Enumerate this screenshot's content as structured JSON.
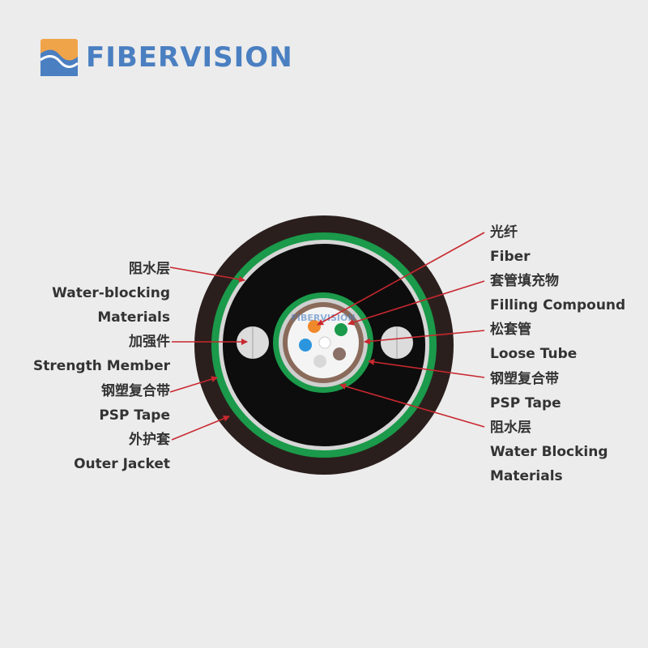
{
  "brand": {
    "name": "FIBERVISION",
    "watermark": "FIBERVISION",
    "icon": "fibervision-logo-icon",
    "colors": {
      "blue": "#4a7fc1",
      "orange": "#f0a44a"
    }
  },
  "labels_left": [
    {
      "id": "water-blocking-cn",
      "text": "阻水层"
    },
    {
      "id": "water-blocking-en1",
      "text": "Water-blocking"
    },
    {
      "id": "water-blocking-en2",
      "text": "Materials"
    },
    {
      "id": "strength-member-cn",
      "text": "加强件"
    },
    {
      "id": "strength-member-en",
      "text": "Strength Member"
    },
    {
      "id": "psp-tape-cn",
      "text": "钢塑复合带"
    },
    {
      "id": "psp-tape-en",
      "text": "PSP Tape"
    },
    {
      "id": "outer-jacket-cn",
      "text": "外护套"
    },
    {
      "id": "outer-jacket-en",
      "text": "Outer Jacket"
    }
  ],
  "labels_right": [
    {
      "id": "fiber-cn",
      "text": "光纤"
    },
    {
      "id": "fiber-en",
      "text": "Fiber"
    },
    {
      "id": "filling-cn",
      "text": "套管填充物"
    },
    {
      "id": "filling-en",
      "text": "Filling Compound"
    },
    {
      "id": "loose-tube-cn",
      "text": "松套管"
    },
    {
      "id": "loose-tube-en",
      "text": "Loose Tube"
    },
    {
      "id": "psp-tape-cn",
      "text": "钢塑复合带"
    },
    {
      "id": "psp-tape-en",
      "text": "PSP Tape"
    },
    {
      "id": "water-blocking-cn",
      "text": "阻水层"
    },
    {
      "id": "water-blocking-en1",
      "text": "Water Blocking"
    },
    {
      "id": "water-blocking-en2",
      "text": "Materials"
    }
  ],
  "colors": {
    "outer_jacket": "#2b1f1d",
    "green_band": "#1a9a4a",
    "psp_silver": "#d6d6d6",
    "inner_black": "#0d0d0d",
    "strength_member": "#dcdcdc",
    "tube_brown": "#8a6a5a",
    "filling_white": "#f4f4f4",
    "arrow_red": "#c8282f",
    "fibers": [
      "#f0892a",
      "#1a9a4a",
      "#2b96de",
      "#d8d8d8",
      "#8a7066",
      "#ffffff"
    ]
  }
}
